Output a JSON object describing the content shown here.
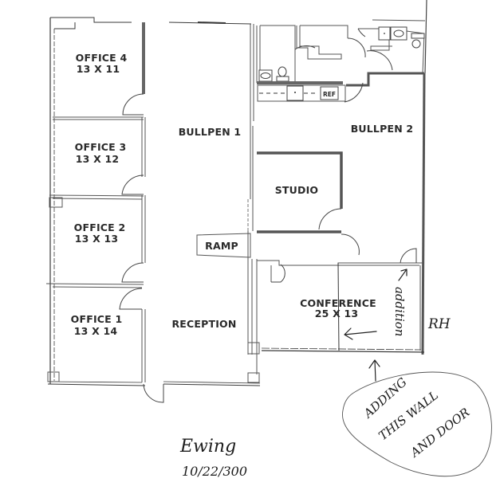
{
  "plan": {
    "rooms": [
      {
        "id": "office-4",
        "name": "OFFICE 4",
        "size": "13 X 11"
      },
      {
        "id": "office-3",
        "name": "OFFICE 3",
        "size": "13 X 12"
      },
      {
        "id": "office-2",
        "name": "OFFICE 2",
        "size": "13 X 13"
      },
      {
        "id": "office-1",
        "name": "OFFICE 1",
        "size": "13 X 14"
      },
      {
        "id": "bullpen-1",
        "name": "BULLPEN 1"
      },
      {
        "id": "bullpen-2",
        "name": "BULLPEN 2"
      },
      {
        "id": "studio",
        "name": "STUDIO"
      },
      {
        "id": "ramp",
        "name": "RAMP"
      },
      {
        "id": "reception",
        "name": "RECEPTION"
      },
      {
        "id": "conference",
        "name": "CONFERENCE",
        "size": "25 X 13"
      }
    ],
    "fixtures": {
      "refrigerator": "REF"
    }
  },
  "annotations": {
    "addition_note": "addition",
    "initials": "RH",
    "callout_line1": "ADDING",
    "callout_line2": "THIS WALL",
    "callout_line3": "AND DOOR",
    "signature": "Ewing",
    "date": "10/22/300"
  }
}
